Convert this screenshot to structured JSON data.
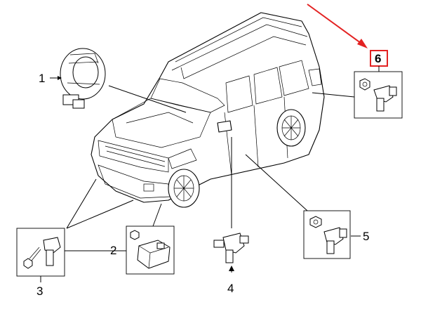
{
  "diagram": {
    "callouts": [
      {
        "id": "1",
        "label": "1"
      },
      {
        "id": "2",
        "label": "2"
      },
      {
        "id": "3",
        "label": "3"
      },
      {
        "id": "4",
        "label": "4"
      },
      {
        "id": "5",
        "label": "5"
      },
      {
        "id": "6",
        "label": "6",
        "highlighted": true
      }
    ],
    "colors": {
      "highlight": "#e32222",
      "line": "#000000",
      "background": "#ffffff"
    },
    "icons": {
      "clockspring": "clockspring-part-icon",
      "sensor": "impact-sensor-icon",
      "module": "restraint-module-icon",
      "nut": "nut-icon",
      "bolt": "bolt-icon"
    }
  }
}
